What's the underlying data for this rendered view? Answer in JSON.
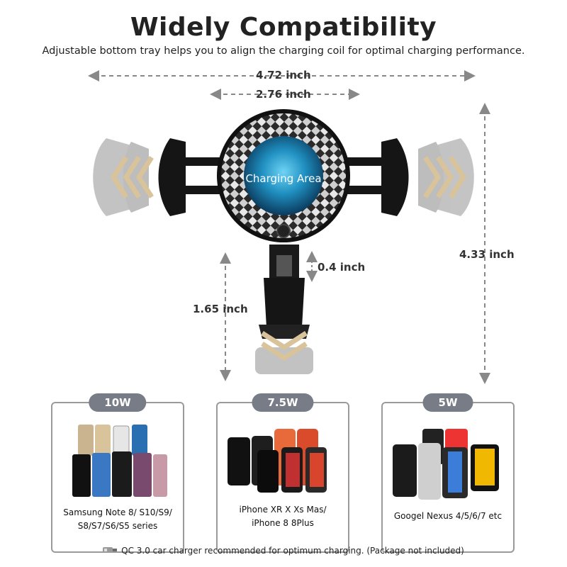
{
  "header": {
    "title": "Widely Compatibility",
    "subtitle": "Adjustable bottom tray helps you to align the charging coil for optimal charging performance."
  },
  "dimensions": {
    "overall_width": "4.72 inch",
    "center_width": "2.76 inch",
    "height": "4.33 inch",
    "tray_adjust": "0.4 inch",
    "tray_height": "1.65 inch"
  },
  "product": {
    "charging_area_label": "Charging Area",
    "colors": {
      "arms": "#151515",
      "carbon_light": "#e8e8e8",
      "carbon_dark": "#2a2a2a",
      "coil": "#1f8fc0",
      "arrows": "#d8c39a"
    }
  },
  "cards": [
    {
      "badge": "10W",
      "label_line1": "Samsung Note 8/ S10/S9/",
      "label_line2": "S8/S7/S6/S5 series"
    },
    {
      "badge": "7.5W",
      "label_line1": "iPhone XR X Xs Mas/",
      "label_line2": "iPhone 8 8Plus"
    },
    {
      "badge": "5W",
      "label_line1": "Googel Nexus 4/5/6/7 etc",
      "label_line2": ""
    }
  ],
  "footer": {
    "note": "QC 3.0 car charger recommended for optimum charging. (Package not included)"
  }
}
